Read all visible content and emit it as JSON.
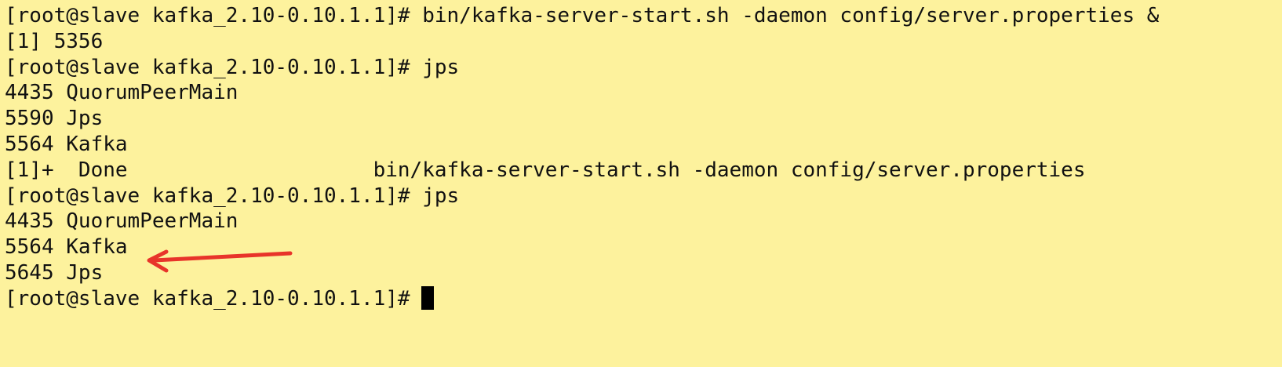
{
  "terminal": {
    "lines": [
      "[root@slave kafka_2.10-0.10.1.1]# bin/kafka-server-start.sh -daemon config/server.properties &",
      "[1] 5356",
      "[root@slave kafka_2.10-0.10.1.1]# jps",
      "4435 QuorumPeerMain",
      "5590 Jps",
      "5564 Kafka",
      "[1]+  Done                    bin/kafka-server-start.sh -daemon config/server.properties",
      "[root@slave kafka_2.10-0.10.1.1]# jps",
      "4435 QuorumPeerMain",
      "5564 Kafka",
      "5645 Jps",
      "[root@slave kafka_2.10-0.10.1.1]#"
    ]
  },
  "colors": {
    "background": "#fdf29d",
    "text": "#111111",
    "arrow": "#e8342a",
    "cursor": "#000000"
  },
  "annotation": {
    "arrow_icon": "red-arrow-icon",
    "points_to": "5564 Kafka"
  }
}
